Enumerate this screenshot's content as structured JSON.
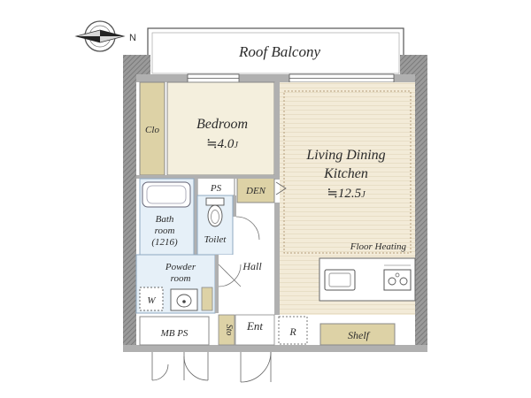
{
  "compass": {
    "north_label": "N"
  },
  "rooms": {
    "roof_balcony": {
      "label": "Roof Balcony"
    },
    "bedroom": {
      "label": "Bedroom",
      "size": "≒4.0",
      "unit": "J"
    },
    "ldk": {
      "label_line1": "Living Dining",
      "label_line2": "Kitchen",
      "size": "≒12.5",
      "unit": "J"
    },
    "floor_heating": {
      "label": "Floor Heating"
    },
    "closet": {
      "label": "Clo"
    },
    "ps": {
      "label": "PS"
    },
    "den": {
      "label": "DEN"
    },
    "bath": {
      "label_line1": "Bath",
      "label_line2": "room",
      "label_line3": "(1216)"
    },
    "toilet": {
      "label": "Toilet"
    },
    "powder": {
      "label_line1": "Powder",
      "label_line2": "room"
    },
    "washer": {
      "label": "W"
    },
    "hall": {
      "label": "Hall"
    },
    "storage": {
      "label": "Sto"
    },
    "entrance": {
      "label": "Ent"
    },
    "refrigerator": {
      "label": "R"
    },
    "shelf": {
      "label": "Shelf"
    },
    "mb_ps": {
      "label": "MB PS"
    }
  },
  "colors": {
    "wall": "#a3a3a3",
    "bedroom_floor": "#f4efdd",
    "ldk_floor": "#f3ebd8",
    "wet_area": "#e6f0f8",
    "closet": "#ddd2a6",
    "hall_floor": "#ffffff"
  }
}
